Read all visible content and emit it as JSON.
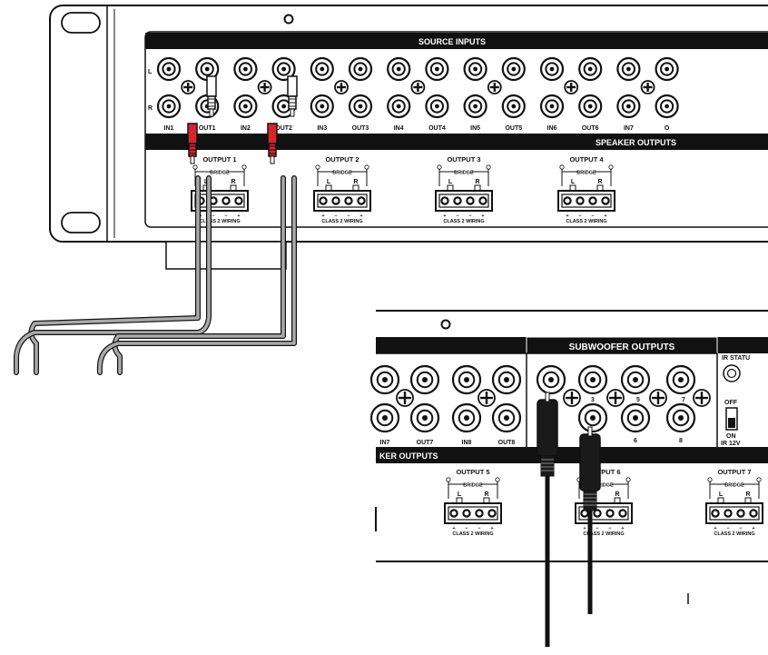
{
  "top_panel": {
    "source_inputs_label": "SOURCE INPUTS",
    "speaker_outputs_label": "SPEAKER OUTPUTS",
    "row_labels": [
      "L",
      "R"
    ],
    "jack_labels": [
      "IN1",
      "OUT1",
      "IN2",
      "OUT2",
      "IN3",
      "OUT3",
      "IN4",
      "OUT4",
      "IN5",
      "OUT5",
      "IN6",
      "OUT6",
      "IN7",
      "O"
    ],
    "outputs": [
      {
        "title": "OUTPUT 1"
      },
      {
        "title": "OUTPUT 2"
      },
      {
        "title": "OUTPUT 3"
      },
      {
        "title": "OUTPUT 4"
      }
    ]
  },
  "bottom_panel": {
    "speaker_outputs_label": "KER OUTPUTS",
    "subwoofer_label": "SUBWOOFER OUTPUTS",
    "jack_labels": [
      "IN7",
      "OUT7",
      "IN8",
      "OUT8"
    ],
    "sub_numbers": [
      "3",
      "5",
      "7",
      "6",
      "8"
    ],
    "outputs": [
      {
        "title": "OUTPUT 5"
      },
      {
        "title": "OUTPUT 6"
      },
      {
        "title": "OUTPUT 7"
      }
    ],
    "ir_status_label": "IR STATU",
    "switch_off_label": "OFF",
    "switch_on_label": "ON",
    "ir_12v_label": "IR 12V"
  },
  "terminal": {
    "bridge_label": "BRIDGE",
    "left_label": "L",
    "right_label": "R",
    "wiring_label": "CLASS 2 WIRING",
    "polarity": [
      "+",
      "−",
      "−",
      "+"
    ]
  },
  "colors": {
    "ink": "#111111",
    "rca_red": "#d6262b",
    "rca_white": "#ffffff",
    "cable_grey": "#a9a9a9",
    "sub_cable": "#111111"
  }
}
